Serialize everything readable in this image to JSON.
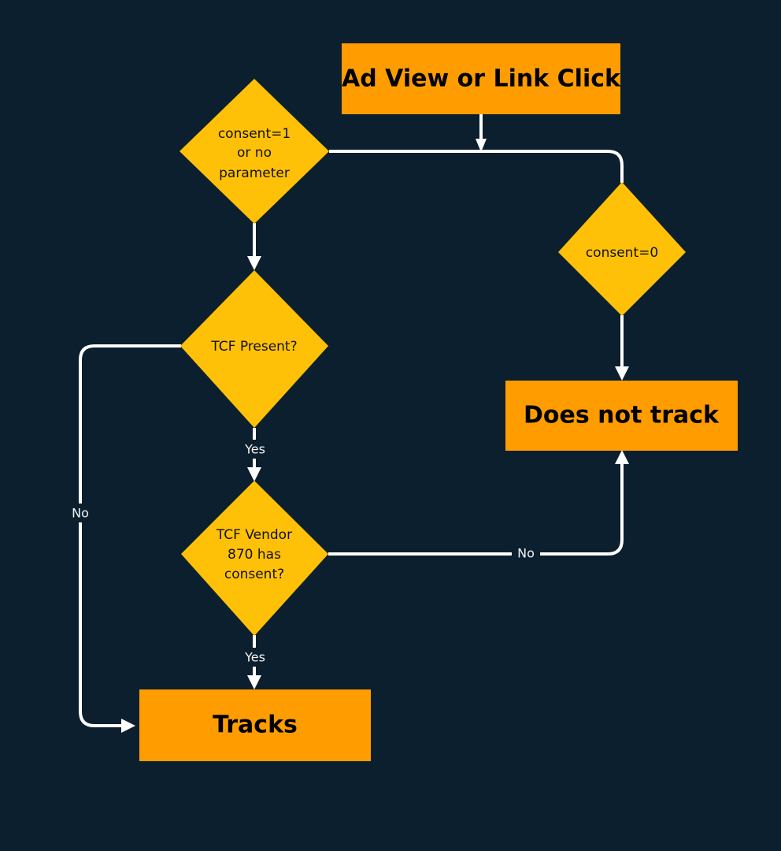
{
  "diagram": {
    "type": "flowchart",
    "title": "",
    "background_color": "#0c1f2e",
    "rect_fill": "#ff9d00",
    "diamond_fill": "#ffc107",
    "edge_color": "#ffffff",
    "nodes": {
      "start": {
        "id": "start",
        "shape": "rectangle",
        "label": "Ad View or Link Click"
      },
      "consent_one": {
        "id": "consent_one",
        "shape": "diamond",
        "label": "consent=1 or no parameter",
        "line1": "consent=1",
        "line2": "or no",
        "line3": "parameter"
      },
      "consent_zero": {
        "id": "consent_zero",
        "shape": "diamond",
        "label": "consent=0",
        "line1": "consent=0",
        "line2": "",
        "line3": ""
      },
      "tcf_present": {
        "id": "tcf_present",
        "shape": "diamond",
        "label": "TCF Present?",
        "line1": "TCF Present?",
        "line2": "",
        "line3": ""
      },
      "tcf_vendor": {
        "id": "tcf_vendor",
        "shape": "diamond",
        "label": "TCF Vendor 870 has consent?",
        "line1": "TCF Vendor",
        "line2": "870 has",
        "line3": "consent?"
      },
      "does_not_track": {
        "id": "does_not_track",
        "shape": "rectangle",
        "label": "Does not track"
      },
      "tracks": {
        "id": "tracks",
        "shape": "rectangle",
        "label": "Tracks"
      }
    },
    "edges": [
      {
        "id": "start-to-branch",
        "from": "start",
        "to": "branch-line",
        "label": ""
      },
      {
        "id": "consent-one-to-consent-zero",
        "from": "consent_one",
        "to": "consent_zero",
        "label": ""
      },
      {
        "id": "consent-one-to-tcf-present",
        "from": "consent_one",
        "to": "tcf_present",
        "label": ""
      },
      {
        "id": "consent-zero-to-does-not-track",
        "from": "consent_zero",
        "to": "does_not_track",
        "label": ""
      },
      {
        "id": "tcf-present-no-to-tracks",
        "from": "tcf_present",
        "to": "tracks",
        "label": "No"
      },
      {
        "id": "tcf-present-yes-to-tcf-vendor",
        "from": "tcf_present",
        "to": "tcf_vendor",
        "label": "Yes"
      },
      {
        "id": "tcf-vendor-no-to-does-not-track",
        "from": "tcf_vendor",
        "to": "does_not_track",
        "label": "No"
      },
      {
        "id": "tcf-vendor-yes-to-tracks",
        "from": "tcf_vendor",
        "to": "tracks",
        "label": "Yes"
      }
    ],
    "edge_labels": {
      "tcf_present_no": "No",
      "tcf_present_yes": "Yes",
      "tcf_vendor_no": "No",
      "tcf_vendor_yes": "Yes"
    }
  }
}
